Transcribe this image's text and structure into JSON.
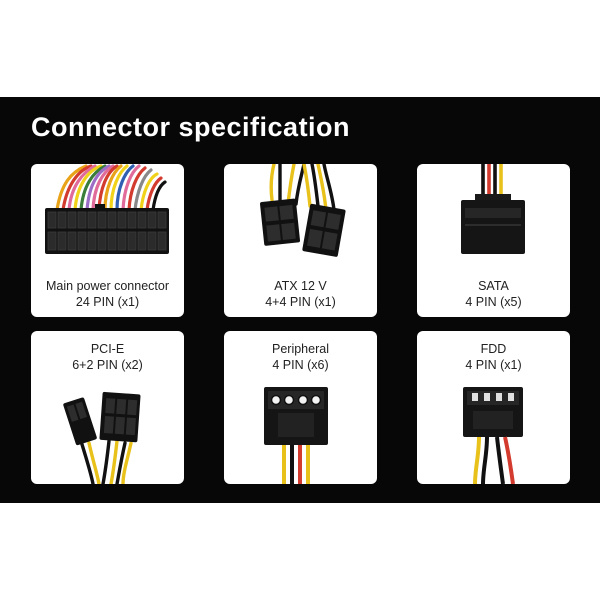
{
  "title": "Connector specification",
  "cards": [
    {
      "name": "Main power connector",
      "pins": "24 PIN (x1)",
      "icon": "atx-24pin-connector-icon"
    },
    {
      "name": "ATX 12 V",
      "pins": "4+4 PIN (x1)",
      "icon": "atx12v-4plus4-connector-icon"
    },
    {
      "name": "SATA",
      "pins": "4 PIN (x5)",
      "icon": "sata-connector-icon"
    },
    {
      "name": "PCI-E",
      "pins": "6+2 PIN (x2)",
      "icon": "pcie-6plus2-connector-icon"
    },
    {
      "name": "Peripheral",
      "pins": "4 PIN (x6)",
      "icon": "molex-peripheral-connector-icon"
    },
    {
      "name": "FDD",
      "pins": "4 PIN (x1)",
      "icon": "fdd-connector-icon"
    }
  ],
  "colors": {
    "background": "#070707",
    "card": "#ffffff",
    "wire_yellow": "#e8c21a",
    "wire_red": "#d23b2e",
    "wire_black": "#111111"
  }
}
